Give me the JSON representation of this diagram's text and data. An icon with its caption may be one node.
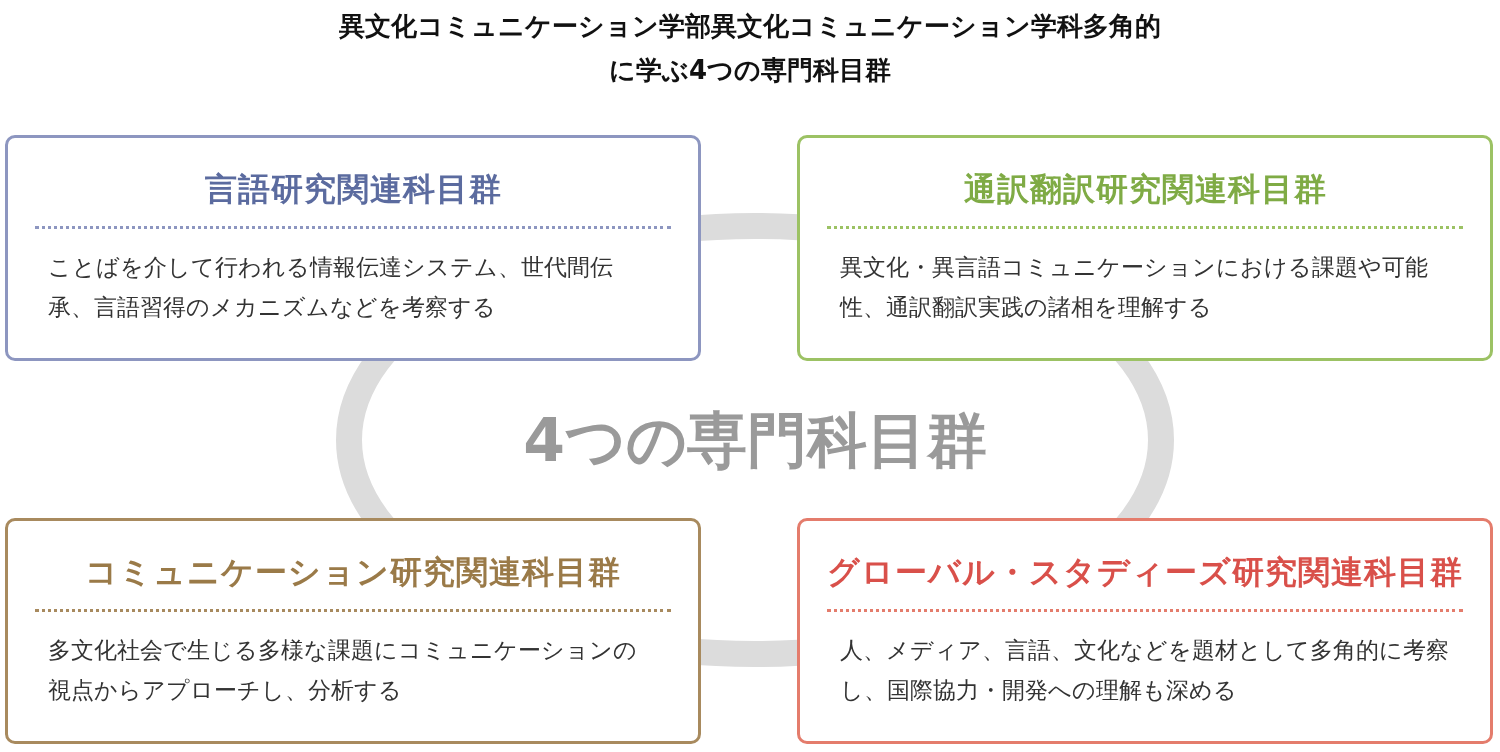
{
  "diagram": {
    "title": "異文化コミュニケーション学部異文化コミュニケーション学科多角的に学ぶ4つの専門科目群",
    "nodes": [
      {
        "text": [
          "言語研究関連科目群",
          "ことばを介して行われる情報伝達システム、世代間伝承、言語習得のメカニズムなどを考察する"
        ]
      },
      {
        "text": [
          "通訳翻訳研究関連科目群",
          "異文化・異言語コミュニケーションにおける課題や可能性、通訳翻訳実践の諸相を理解する"
        ]
      },
      {
        "text": [
          "4つの専門科目群"
        ]
      },
      {
        "text": [
          "コミュニケーション研究関連科目群",
          "多文化社会で生じる多様な課題にコミュニケーションの視点からアプローチし、分析する"
        ]
      },
      {
        "text": [
          "グローバル・スタディーズ研究関連科目群",
          "人、メディア、言語、文化などを題材として多角的に考察し、国際協力・開発への理解も深める"
        ]
      }
    ],
    "edges": []
  }
}
